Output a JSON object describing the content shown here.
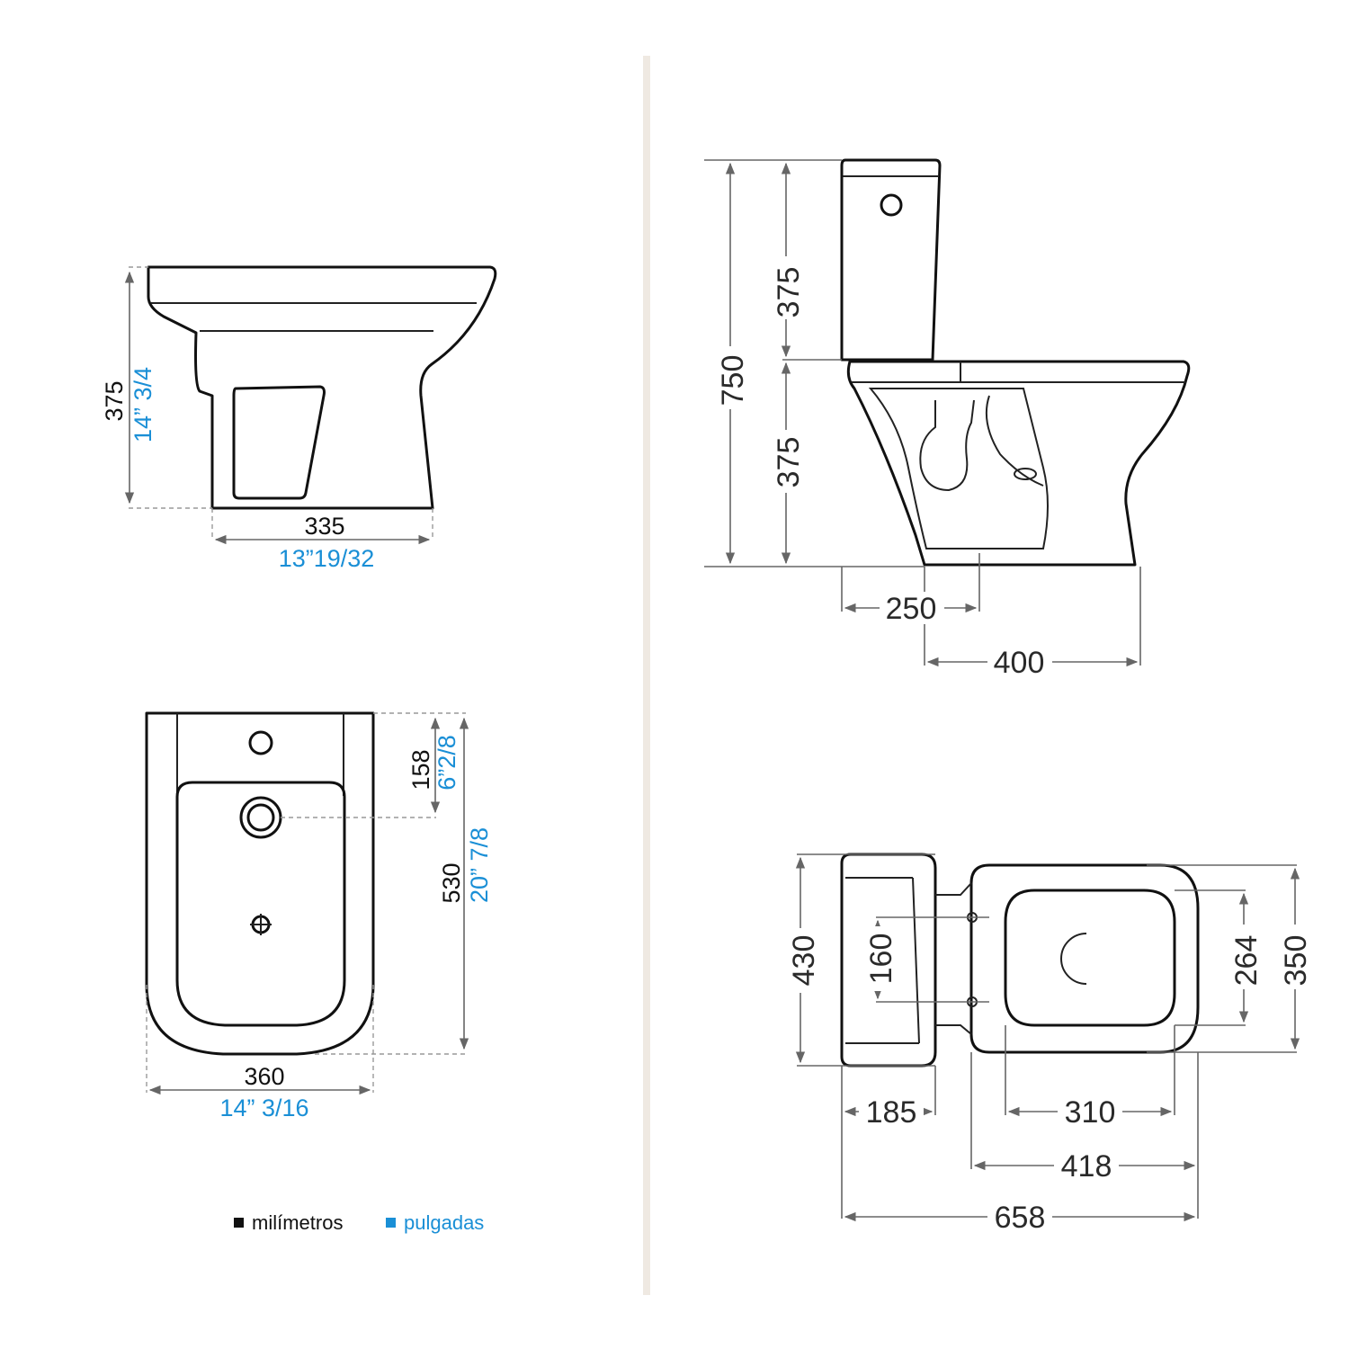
{
  "legend": {
    "mm_marker_color": "#111111",
    "mm_label": "milímetros",
    "inch_marker_color": "#1a8fd6",
    "inch_label": "pulgadas"
  },
  "bidet_side": {
    "height_mm": "375",
    "height_in": "14” 3/4",
    "width_mm": "335",
    "width_in": "13”19/32"
  },
  "bidet_top": {
    "tap_offset_mm": "158",
    "tap_offset_in": "6”2/8",
    "depth_mm": "530",
    "depth_in": "20” 7/8",
    "width_mm": "360",
    "width_in": "14” 3/16"
  },
  "wc_side": {
    "total_height": "750",
    "tank_height": "375",
    "bowl_height": "375",
    "outlet_distance": "250",
    "bowl_length": "400"
  },
  "wc_top": {
    "tank_width": "430",
    "fixing_distance": "160",
    "seat_opening": "264",
    "bowl_width": "350",
    "tank_depth": "185",
    "seat_length": "310",
    "bowl_length": "418",
    "total_length": "658"
  },
  "colors": {
    "inch_blue": "#1a8fd6",
    "divider": "#efe9e2"
  }
}
